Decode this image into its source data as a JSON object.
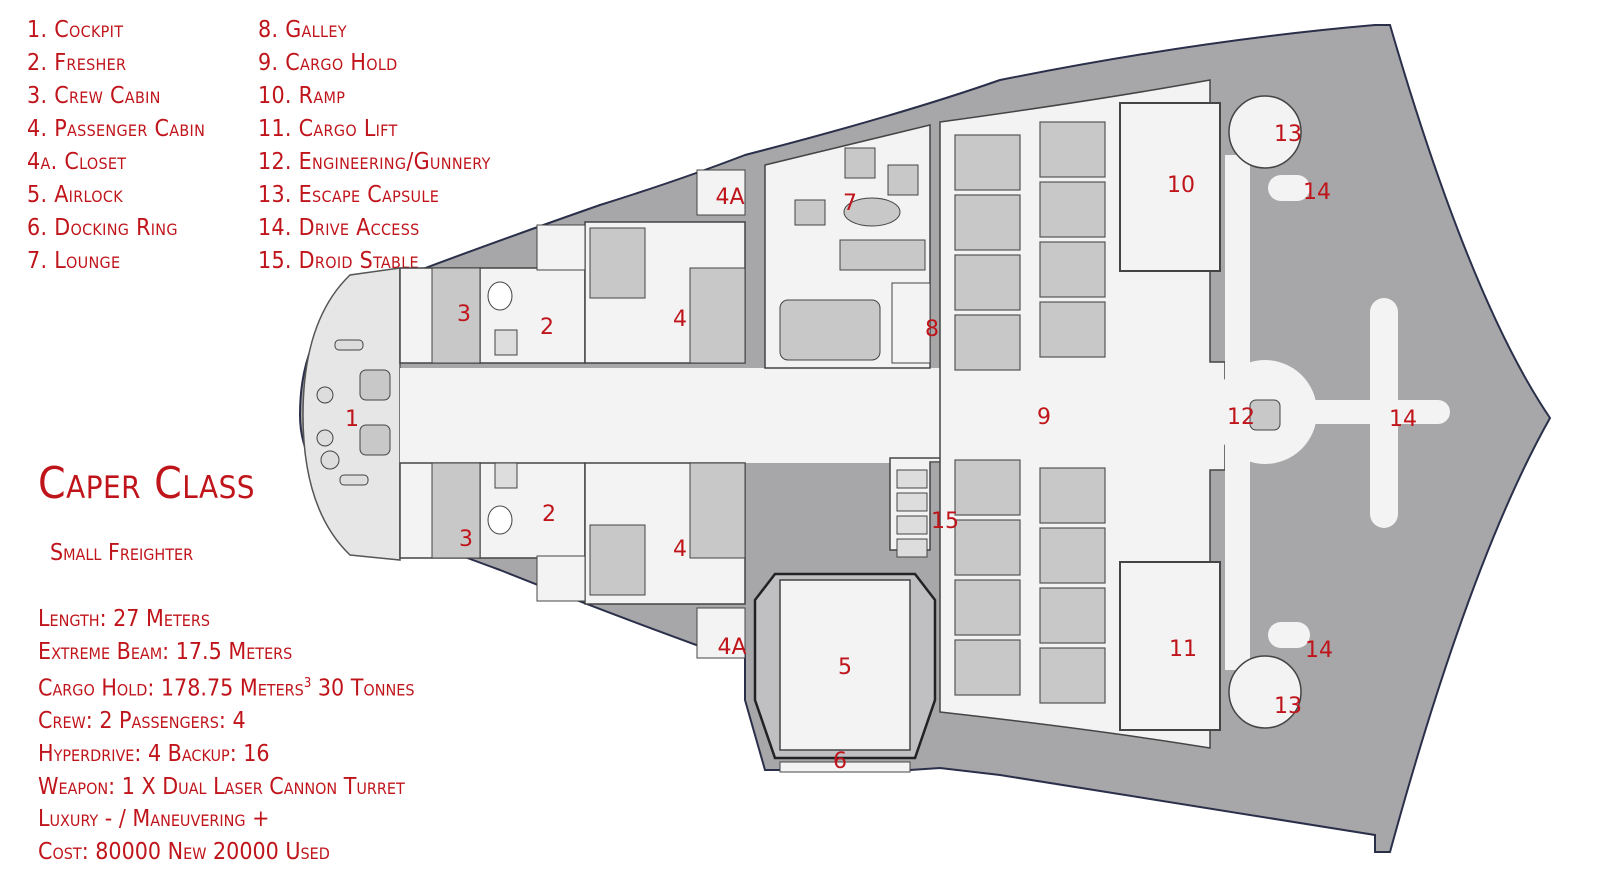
{
  "legend": [
    "1. Cockpit",
    "2. Fresher",
    "3. Crew Cabin",
    "4. Passenger Cabin",
    "4a. Closet",
    "5. Airlock",
    "6. Docking Ring",
    "7. Lounge",
    "8. Galley",
    "9. Cargo Hold",
    "10. Ramp",
    "11. Cargo Lift",
    "12. Engineering/Gunnery",
    "13. Escape Capsule",
    "14. Drive Access",
    "15. Droid Stable"
  ],
  "title": "Caper Class",
  "subtitle": "Small Freighter",
  "specs": {
    "length": "Length: 27 Meters",
    "beam": "Extreme Beam: 17.5 Meters",
    "cargo_prefix": "Cargo Hold: 178.75 Meters",
    "cargo_exp": "3",
    "cargo_suffix": " 30 Tonnes",
    "crew": "Crew: 2  Passengers: 4",
    "hyperdrive": "Hyperdrive: 4 Backup: 16",
    "weapon": "Weapon: 1 X Dual Laser Cannon Turret",
    "luxury": "Luxury - / Maneuvering +",
    "cost": "Cost: 80000 New 20000 Used"
  },
  "room_labels": {
    "cockpit": "1",
    "fresher_top": "2",
    "fresher_bottom": "2",
    "crew_cabin_top": "3",
    "crew_cabin_bottom": "3",
    "passenger_top": "4",
    "passenger_bottom": "4",
    "closet_top": "4A",
    "closet_bottom": "4A",
    "airlock": "5",
    "docking_ring": "6",
    "lounge": "7",
    "galley": "8",
    "cargo_hold": "9",
    "ramp": "10",
    "cargo_lift": "11",
    "engineering": "12",
    "escape_top": "13",
    "escape_bottom": "13",
    "drive_top": "14",
    "drive_mid": "14",
    "drive_bottom": "14",
    "droid_stable": "15"
  },
  "colors": {
    "hull": "#a7a7a9",
    "floor": "#f3f3f3",
    "label": "#c0141b",
    "outline": "#2a2f4a"
  }
}
